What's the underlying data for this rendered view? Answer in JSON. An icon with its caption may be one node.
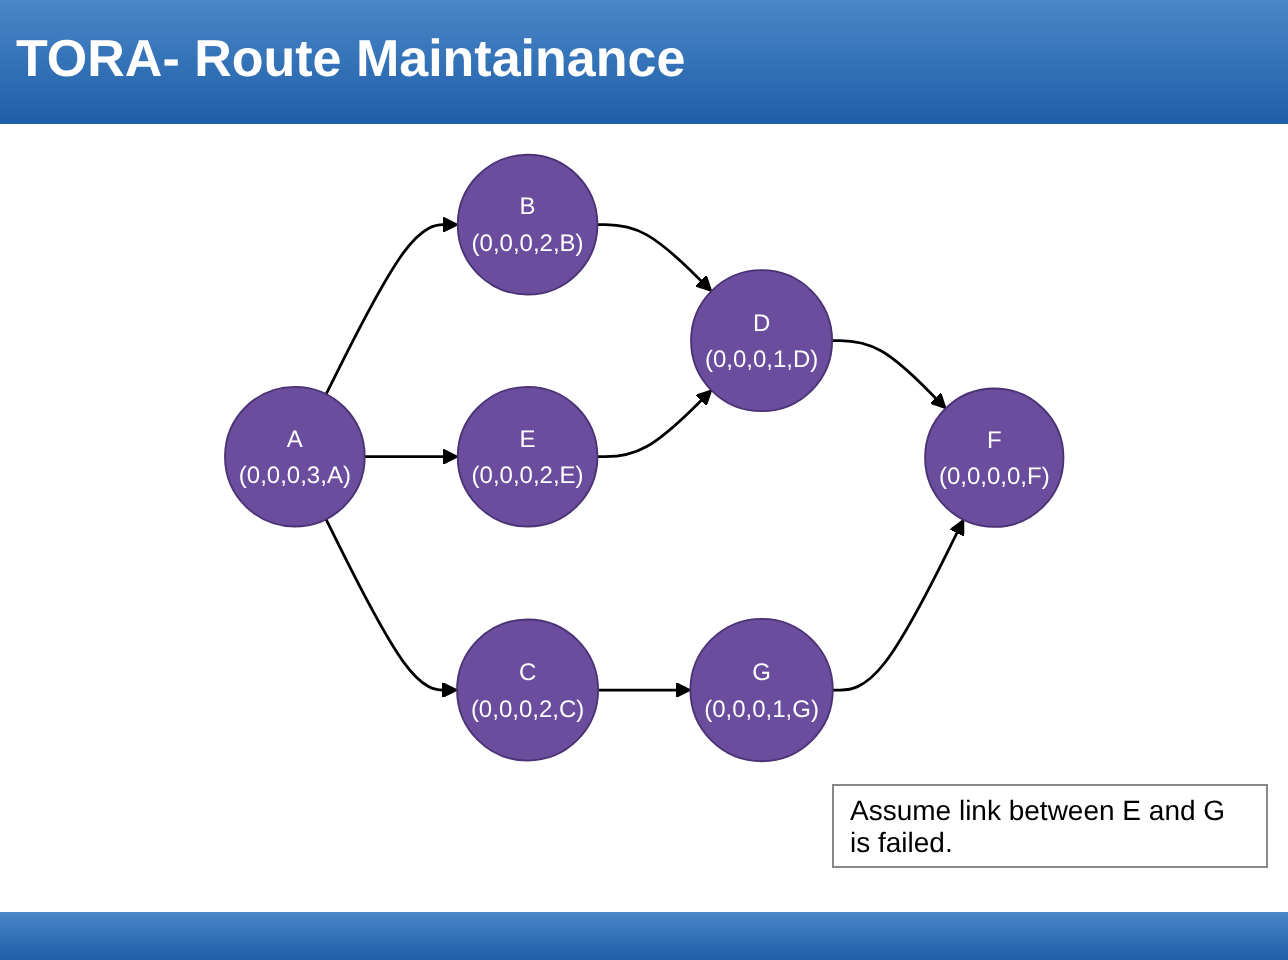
{
  "diagram": {
    "title": "TORA- Route Maintainance",
    "nodes": [
      {
        "text": [
          "A",
          "(0,0,0,3,A)"
        ]
      },
      {
        "text": [
          "B",
          "(0,0,0,2,B)"
        ]
      },
      {
        "text": [
          "C",
          "(0,0,0,2,C)"
        ]
      },
      {
        "text": [
          "D",
          "(0,0,0,1,D)"
        ]
      },
      {
        "text": [
          "E",
          "(0,0,0,2,E)"
        ]
      },
      {
        "text": [
          "F",
          "(0,0,0,0,F)"
        ]
      },
      {
        "text": [
          "G",
          "(0,0,0,1,G)"
        ]
      }
    ],
    "edges": [
      {
        "from": 0,
        "to": 1,
        "arrow": "to"
      },
      {
        "from": 0,
        "to": 4,
        "arrow": "to"
      },
      {
        "from": 0,
        "to": 2,
        "arrow": "to"
      },
      {
        "from": 1,
        "to": 3,
        "arrow": "to"
      },
      {
        "from": 4,
        "to": 3,
        "arrow": "to"
      },
      {
        "from": 3,
        "to": 5,
        "arrow": "to"
      },
      {
        "from": 2,
        "to": 6,
        "arrow": "to"
      },
      {
        "from": 6,
        "to": 5,
        "arrow": "to"
      }
    ],
    "labels": [
      "Assume link between E and G is failed."
    ]
  }
}
